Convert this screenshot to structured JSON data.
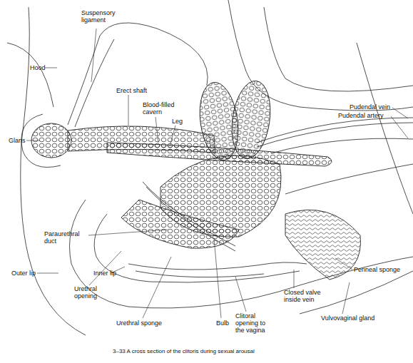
{
  "diagram": {
    "caption": "3–33 A cross section of the clitoris during sexual arousal",
    "labels": [
      "Suspensory ligament",
      "Hood",
      "Erect shaft",
      "Blood-filled cavern",
      "Leg",
      "Glans",
      "Pudendal vein",
      "Pudendal artery",
      "Paraurethral duct",
      "Perineal sponge",
      "Outer lip",
      "Inner lip",
      "Closed valve inside vein",
      "Urethral opening",
      "Clitoral opening to the vagina",
      "Vulvovaginal gland",
      "Urethral sponge",
      "Bulb"
    ]
  }
}
